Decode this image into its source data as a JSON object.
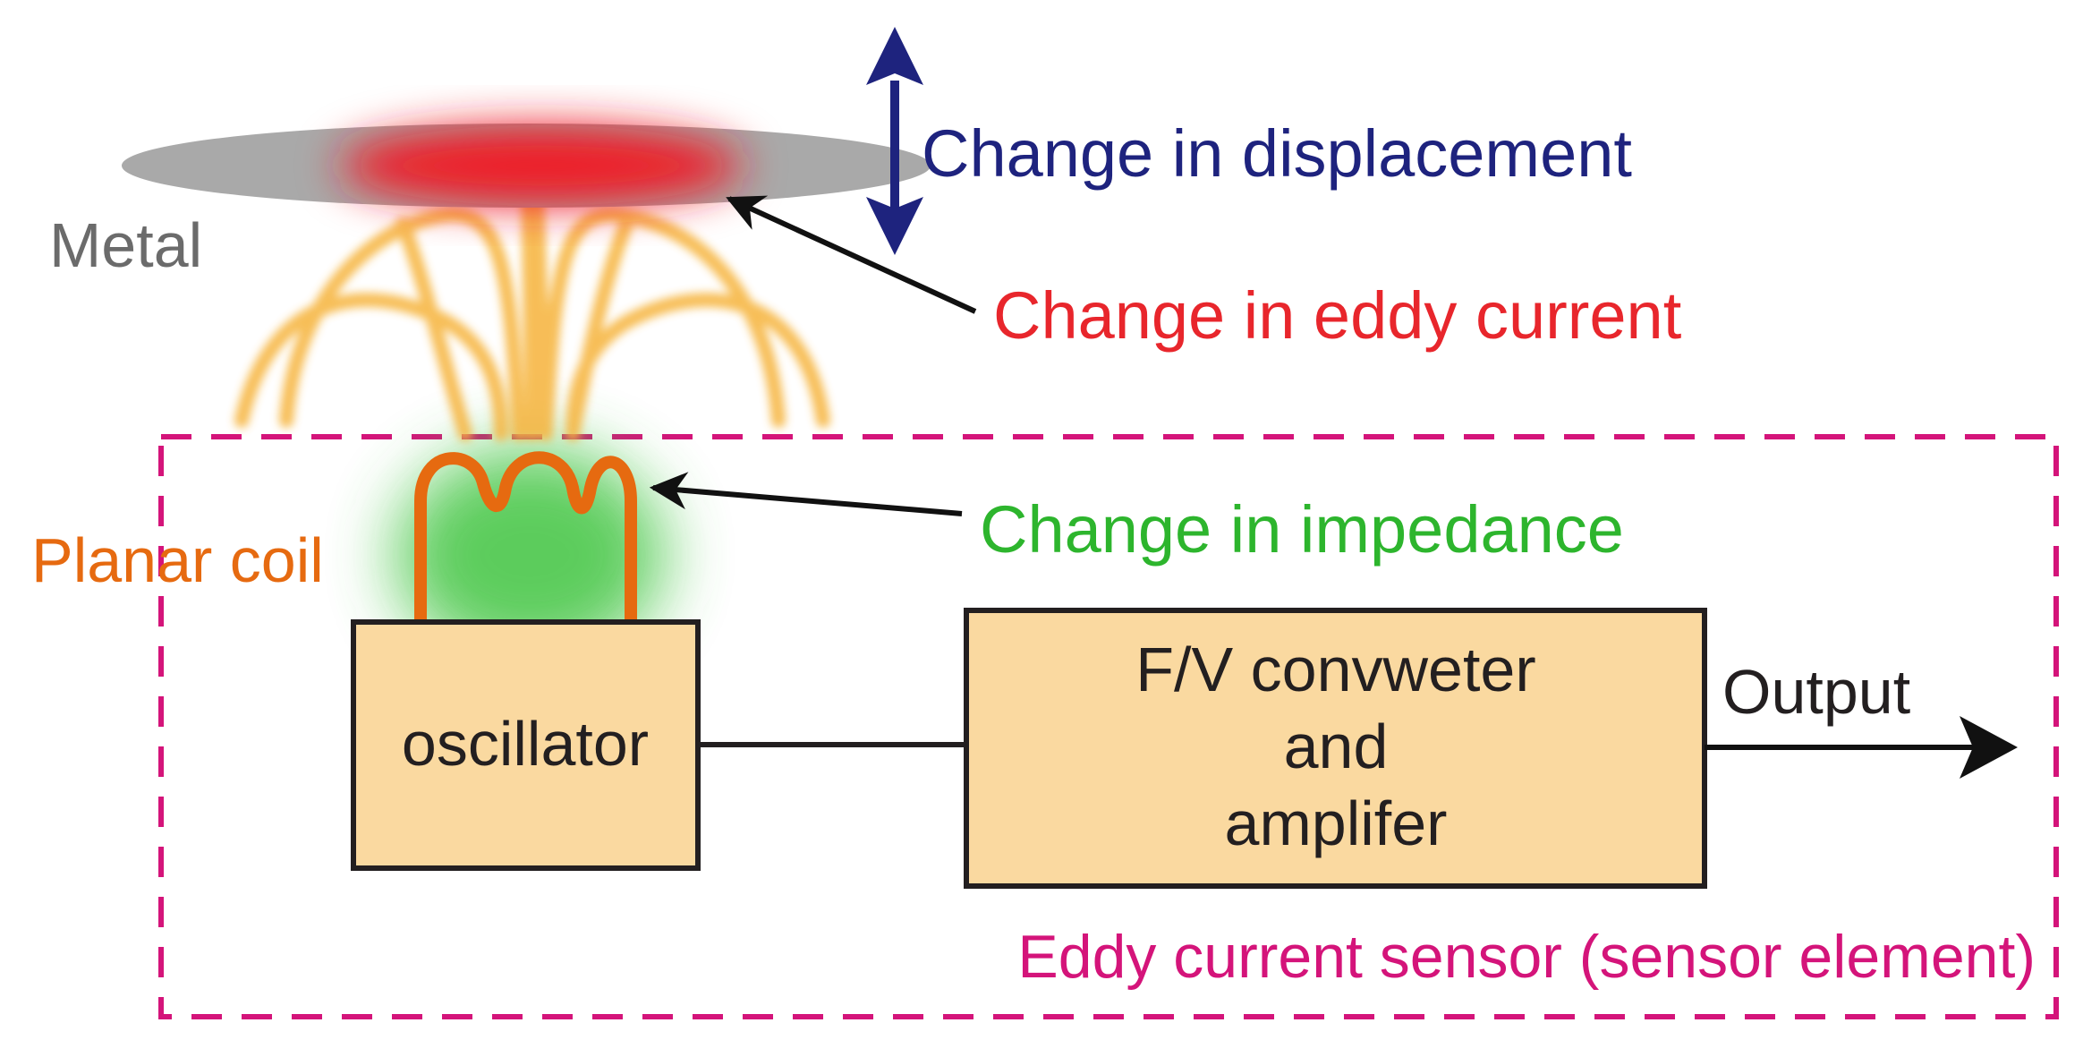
{
  "labels": {
    "metal": "Metal",
    "displacement": "Change in displacement",
    "eddy_current": "Change in eddy current",
    "impedance": "Change in impedance",
    "planar_coil": "Planar coil",
    "oscillator": "oscillator",
    "converter_line1": "F/V convweter",
    "converter_line2": "and",
    "converter_line3": "amplifer",
    "output": "Output",
    "sensor_boundary": "Eddy current sensor (sensor element)"
  },
  "colors": {
    "metal": "#a9a9a9",
    "metal_text": "#6b6b6b",
    "eddy_glow": "#ee1c25",
    "field_lines": "#f6b540",
    "impedance_glow": "#3fc43f",
    "displacement": "#1e237e",
    "eddy_text": "#e8262c",
    "impedance_text": "#2db52d",
    "coil": "#e66a10",
    "box_fill": "#fad9a0",
    "box_stroke": "#231f20",
    "sensor_border": "#d4147a"
  }
}
